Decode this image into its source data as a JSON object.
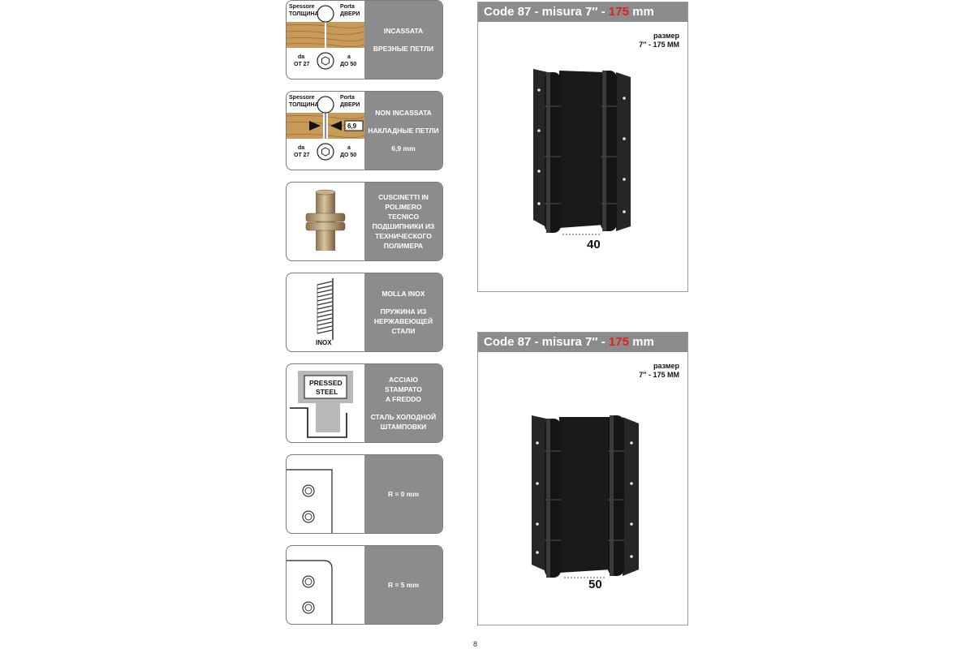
{
  "cards": [
    {
      "labels": {
        "spessore": "Spessore",
        "tolshchina": "ТОЛЩИНА",
        "porta": "Porta",
        "dveri": "ДВЕРИ",
        "da": "da",
        "ot": "ОТ 27",
        "a": "a",
        "do": "ДО 50"
      },
      "lines": [
        "INCASSATA",
        "ВРЕЗНЫЕ ПЕТЛИ"
      ]
    },
    {
      "labels": {
        "spessore": "Spessore",
        "tolshchina": "ТОЛЩИНА",
        "porta": "Porta",
        "dveri": "ДВЕРИ",
        "da": "da",
        "ot": "ОТ 27",
        "a": "a",
        "do": "ДО 50",
        "gap": "6,9"
      },
      "lines": [
        "NON INCASSATA",
        "НАКЛАДНЫЕ ПЕТЛИ",
        "6,9 mm"
      ]
    },
    {
      "lines": [
        "CUSCINETTI IN",
        "POLIMERO",
        "TECNICO",
        "ПОДШИПНИКИ ИЗ",
        "ТЕХНИЧЕСКОГО",
        "ПОЛИМЕРА"
      ]
    },
    {
      "pic_label": "INOX",
      "lines": [
        "MOLLA INOX",
        "ПРУЖИНА ИЗ",
        "НЕРЖАВЕЮЩЕЙ",
        "СТАЛИ"
      ]
    },
    {
      "pic_label_1": "PRESSED",
      "pic_label_2": "STEEL",
      "lines": [
        "ACCIAIO",
        "STAMPATO",
        "A FREDDO",
        "СТАЛЬ ХОЛОДНОЙ",
        "ШТАМПОВКИ"
      ]
    },
    {
      "lines": [
        "R = 0 mm"
      ]
    },
    {
      "lines": [
        "R = 5 mm"
      ]
    }
  ],
  "panels": [
    {
      "title_prefix": "Code 87 - misura 7″ - ",
      "title_highlight": "175",
      "title_suffix": " mm",
      "size_label": "размер",
      "size_value": "7″ - 175 ММ",
      "dimension": "40"
    },
    {
      "title_prefix": "Code 87 - misura 7″ - ",
      "title_highlight": "175",
      "title_suffix": " mm",
      "size_label": "размер",
      "size_value": "7″ - 175 ММ",
      "dimension": "50"
    }
  ],
  "page_number": "8",
  "colors": {
    "panel_gray": "#8c8c8e",
    "highlight_red": "#e02020",
    "wood": "#c89a5a",
    "hinge": "#1e1e1e"
  }
}
